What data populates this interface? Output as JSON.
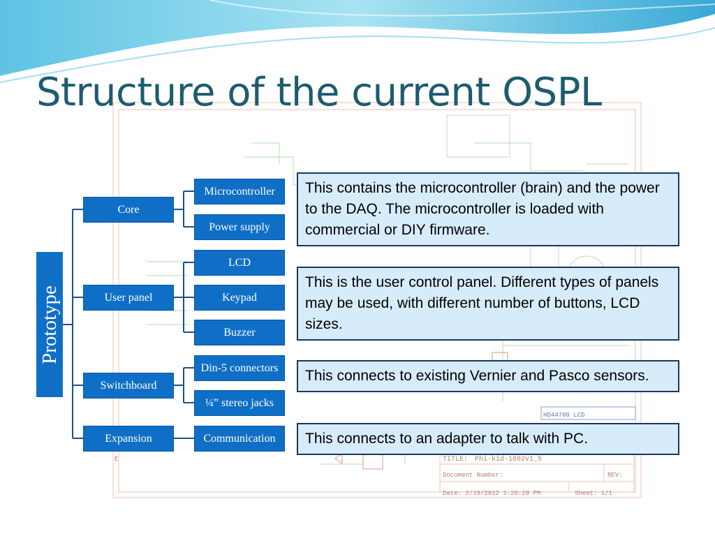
{
  "title": "Structure of the current OSPL",
  "diagram": {
    "root": "Prototype",
    "groups": [
      {
        "label": "Core",
        "children": [
          "Microcontroller",
          "Power supply"
        ]
      },
      {
        "label": "User panel",
        "children": [
          "LCD",
          "Keypad",
          "Buzzer"
        ]
      },
      {
        "label": "Switchboard",
        "children": [
          "Din-5 connectors",
          "¼” stereo jacks"
        ]
      },
      {
        "label": "Expansion",
        "children": [
          "Communication"
        ]
      }
    ]
  },
  "notes": [
    "This contains the microcontroller (brain) and the power to the DAQ. The microcontroller is loaded with commercial or DIY firmware.",
    "This is the user control panel. Different types of panels may be used, with different number of buttons, LCD sizes.",
    "This connects to existing Vernier and Pasco sensors.",
    "This connects to an adapter to talk with PC."
  ],
  "schematic": {
    "lcd_label": "HD44780 LCD",
    "title_label": "TITLE:",
    "title_value": "Phi-kid-1602v1_5",
    "document_label": "Document Number:",
    "rev_label": "REV:",
    "date_text": "Date: 2/19/2012 1:20:28 PM",
    "sheet_text": "Sheet: 1/1",
    "border_letter": "E"
  },
  "colors": {
    "accent": "#0f6fc6",
    "title": "#1d5c6e",
    "note_fill": "#d7ecfb",
    "note_border": "#17375e"
  }
}
